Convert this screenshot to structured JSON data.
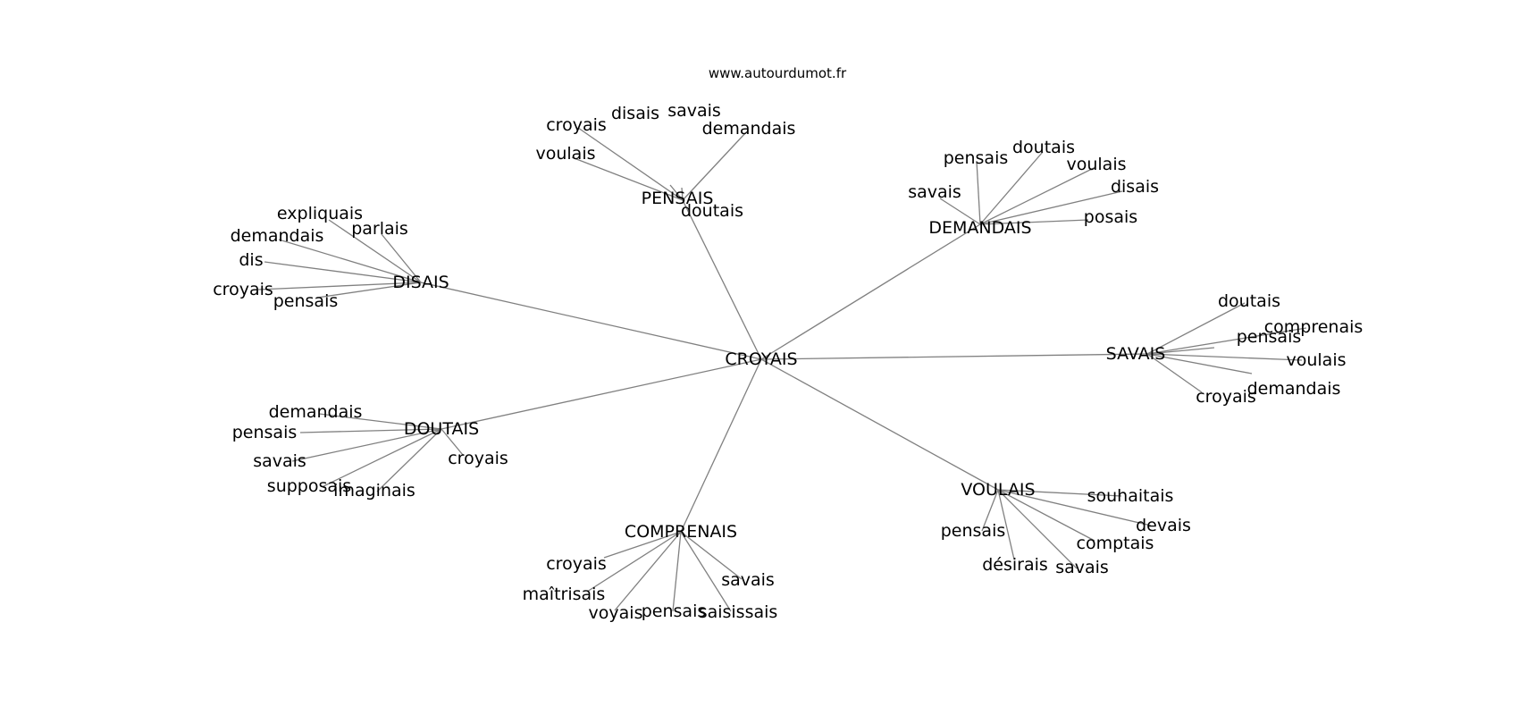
{
  "source": "www.autourdumot.fr",
  "center": "CROYAIS",
  "clusters": [
    {
      "label": "PENSAIS",
      "leaves": [
        "croyais",
        "disais",
        "savais",
        "demandais",
        "voulais",
        "doutais"
      ]
    },
    {
      "label": "DEMANDAIS",
      "leaves": [
        "pensais",
        "doutais",
        "voulais",
        "disais",
        "savais",
        "posais"
      ]
    },
    {
      "label": "DISAIS",
      "leaves": [
        "expliquais",
        "demandais",
        "parlais",
        "dis",
        "croyais",
        "pensais"
      ]
    },
    {
      "label": "SAVAIS",
      "leaves": [
        "doutais",
        "comprenais",
        "pensais",
        "voulais",
        "demandais",
        "croyais"
      ]
    },
    {
      "label": "DOUTAIS",
      "leaves": [
        "demandais",
        "pensais",
        "savais",
        "supposais",
        "imaginais",
        "croyais"
      ]
    },
    {
      "label": "VOULAIS",
      "leaves": [
        "souhaitais",
        "devais",
        "comptais",
        "pensais",
        "désirais",
        "savais"
      ]
    },
    {
      "label": "COMPRENAIS",
      "leaves": [
        "croyais",
        "maîtrisais",
        "voyais",
        "pensais",
        "saisissais",
        "savais"
      ]
    }
  ]
}
